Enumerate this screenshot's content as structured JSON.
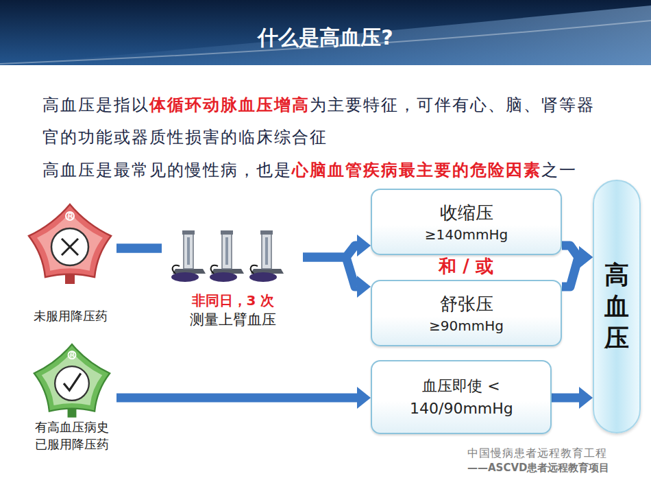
{
  "diagram": {
    "title": "什么是高血压?",
    "nodes": [
      {
        "text": [
          "未服用降压药"
        ]
      },
      {
        "text": [
          "收缩压",
          "≥140mmHg"
        ]
      },
      {
        "text": [
          "舒张压",
          "≥90mmHg"
        ]
      },
      {
        "text": [
          "有高血压病史 已服用降压药"
        ]
      },
      {
        "text": [
          "血压即使 < 140/90mmHg"
        ]
      },
      {
        "text": [
          "高血压"
        ]
      }
    ],
    "edges": [
      {
        "from": 0,
        "to": 1,
        "arrow": "to"
      },
      {
        "from": 0,
        "to": 2,
        "arrow": "to"
      },
      {
        "from": 1,
        "to": 5,
        "arrow": "to"
      },
      {
        "from": 2,
        "to": 5,
        "arrow": "to"
      },
      {
        "from": 3,
        "to": 4,
        "arrow": "to"
      },
      {
        "from": 4,
        "to": 5,
        "arrow": "to"
      }
    ],
    "labels": [
      "高血压是指以",
      "体循环动脉血压增高",
      "为主要特征，可伴有心、脑、肾等器官的功能或器质性损害的临床综合征",
      "高血压是最常见的慢性病，也是",
      "心脑血管疾病最主要的危险因素",
      "之一",
      "非同日，3 次",
      "测量上臂血压",
      "和 / 或",
      "中国慢病患者远程教育工程",
      "——ASCVD患者远程教育项目"
    ]
  }
}
